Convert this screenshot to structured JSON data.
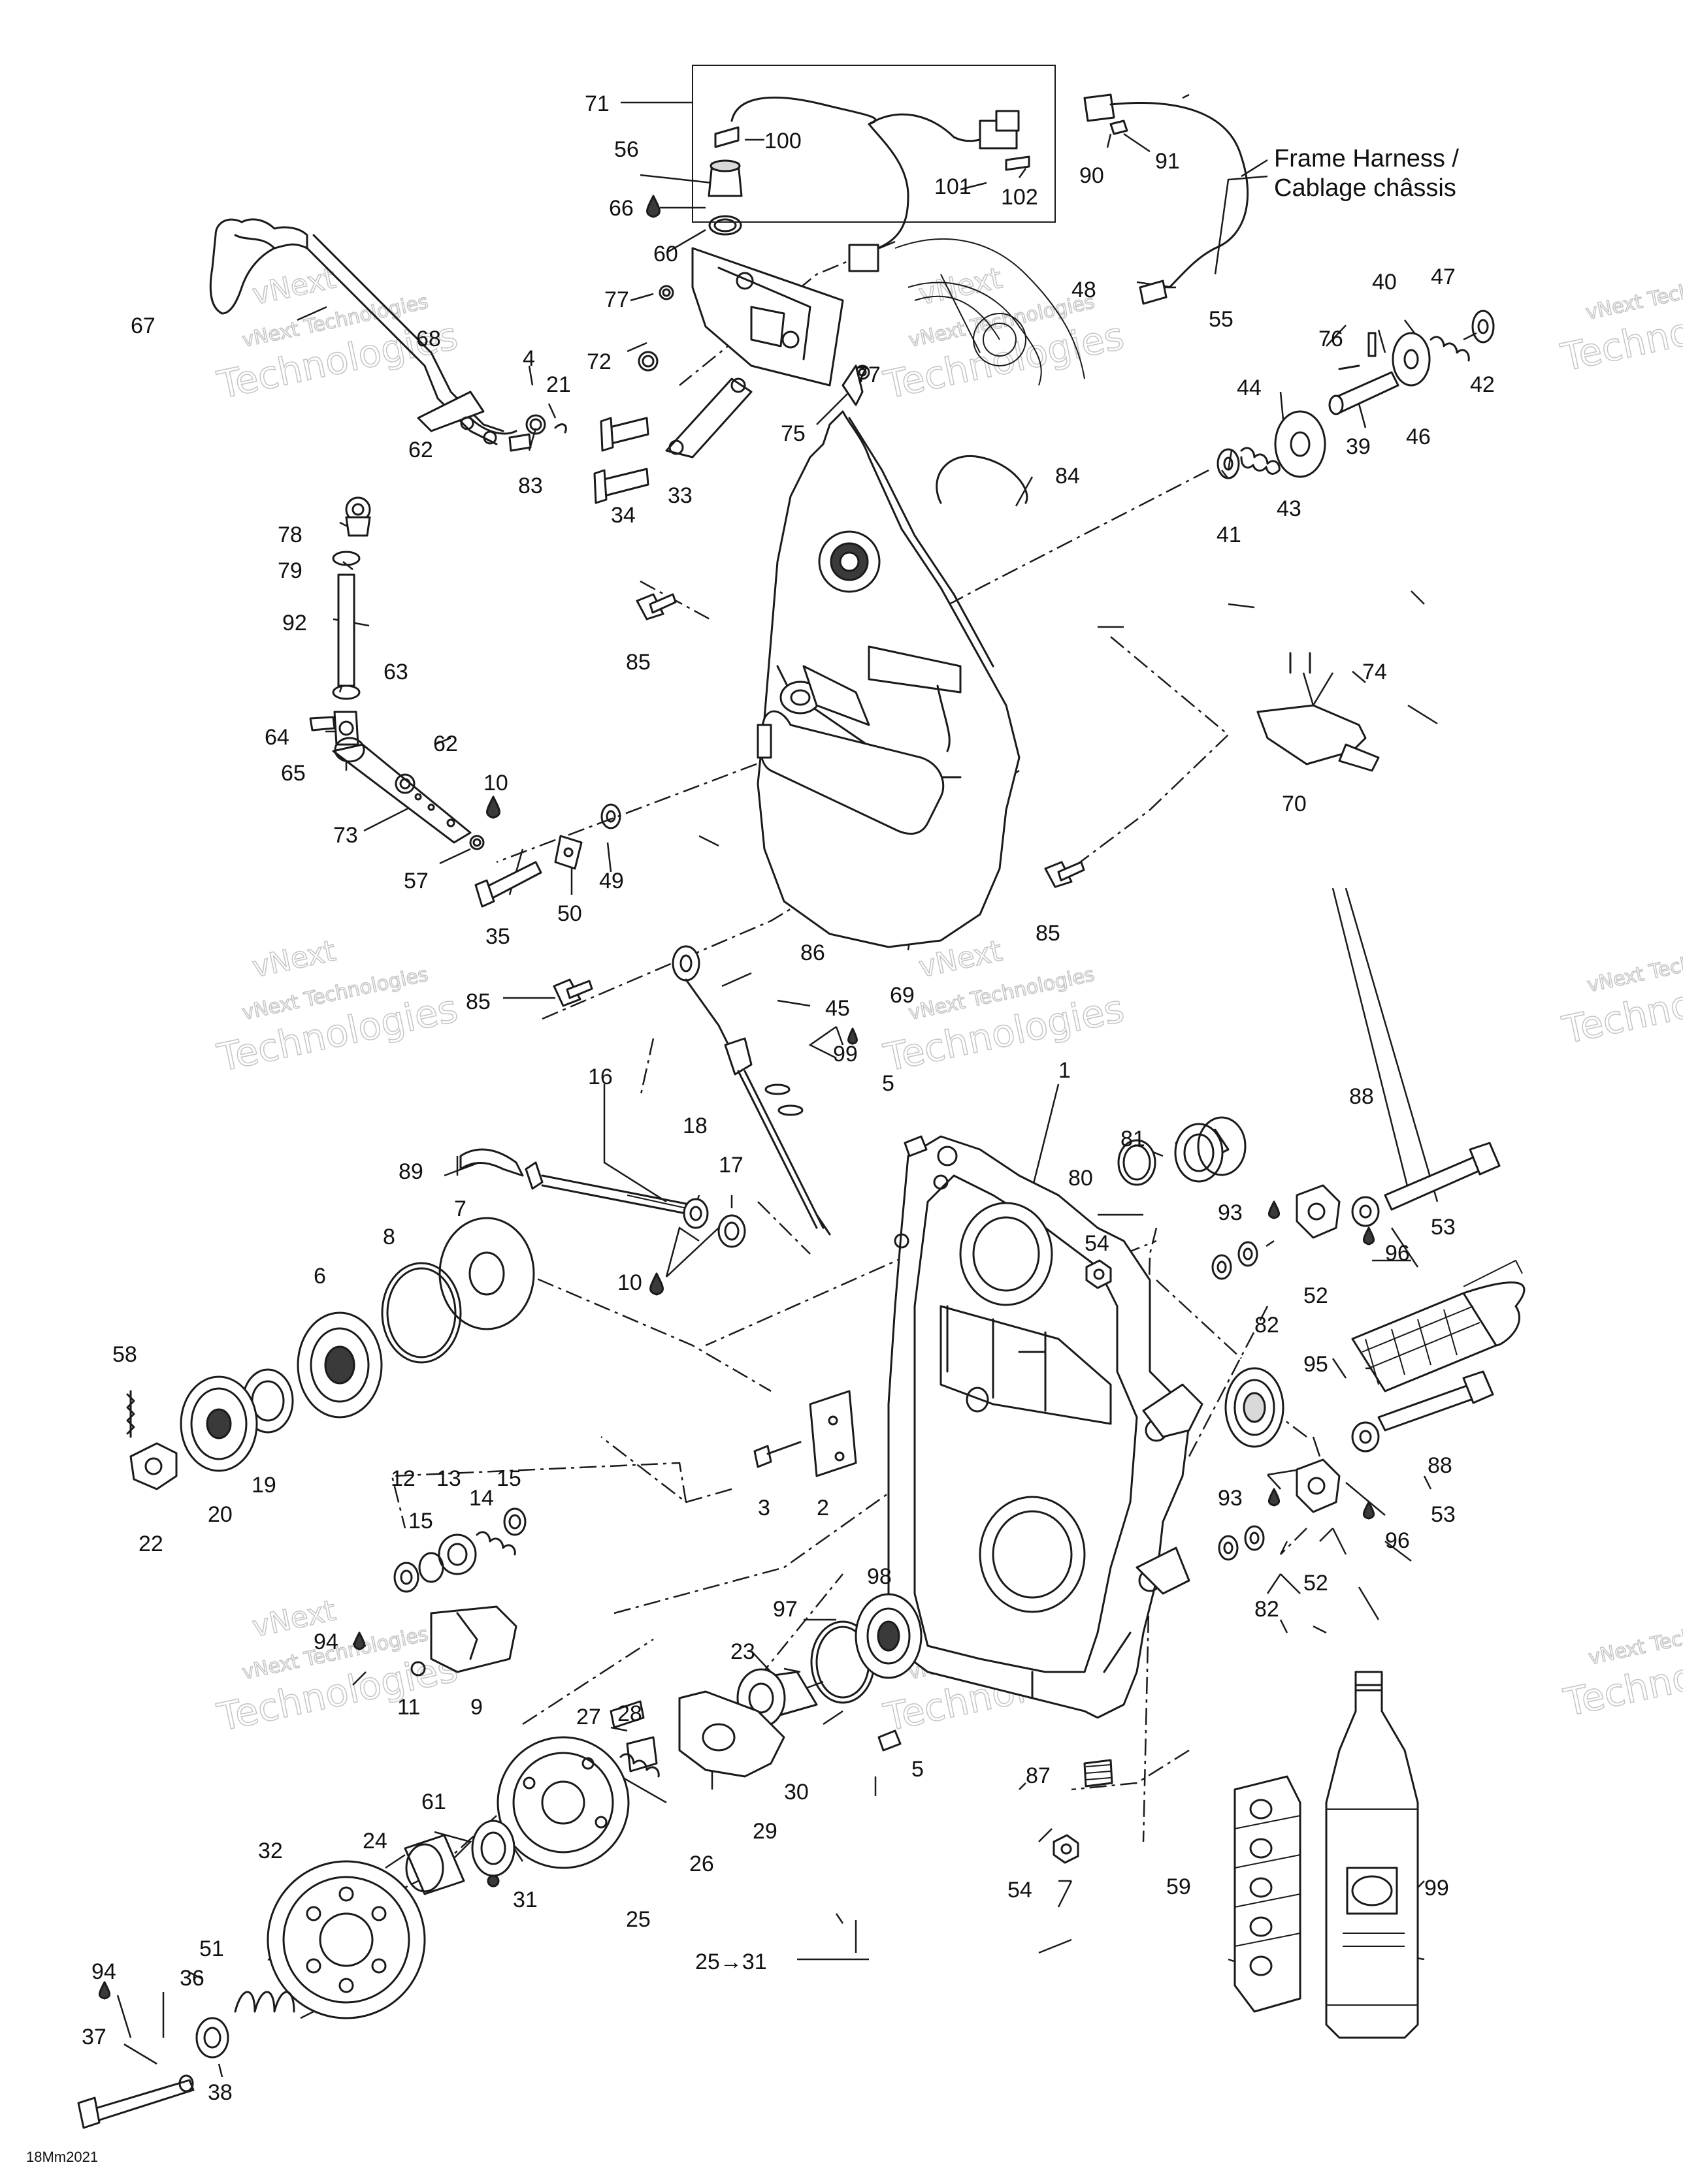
{
  "diagram_code": "18Mm2021",
  "watermark": {
    "line1": "vNext",
    "line2": "vNext Technologies",
    "line3": "Technologies"
  },
  "harness_label": {
    "line1": "Frame Harness /",
    "line2": "Cablage châssis"
  },
  "callouts": {
    "c1": "1",
    "c2": "2",
    "c3": "3",
    "c4": "4",
    "c5a": "5",
    "c5b": "5",
    "c6": "6",
    "c7": "7",
    "c8": "8",
    "c9": "9",
    "c10a": "10",
    "c10b": "10",
    "c11": "11",
    "c12": "12",
    "c13": "13",
    "c14": "14",
    "c15a": "15",
    "c15b": "15",
    "c16": "16",
    "c17": "17",
    "c18": "18",
    "c19": "19",
    "c20": "20",
    "c21": "21",
    "c22": "22",
    "c23": "23",
    "c24": "24",
    "c25": "25",
    "c25to31": "25→31",
    "c26": "26",
    "c27": "27",
    "c28": "28",
    "c29": "29",
    "c30": "30",
    "c31": "31",
    "c32": "32",
    "c33": "33",
    "c34": "34",
    "c35": "35",
    "c36": "36",
    "c37": "37",
    "c38": "38",
    "c39": "39",
    "c40": "40",
    "c41": "41",
    "c42": "42",
    "c43": "43",
    "c44": "44",
    "c45": "45",
    "c46": "46",
    "c47": "47",
    "c48": "48",
    "c49": "49",
    "c50": "50",
    "c51": "51",
    "c52a": "52",
    "c52b": "52",
    "c53a": "53",
    "c53b": "53",
    "c54a": "54",
    "c54b": "54",
    "c55": "55",
    "c56": "56",
    "c57": "57",
    "c58": "58",
    "c59": "59",
    "c60": "60",
    "c61": "61",
    "c62a": "62",
    "c62b": "62",
    "c63": "63",
    "c64": "64",
    "c65": "65",
    "c66": "66",
    "c67": "67",
    "c68": "68",
    "c69": "69",
    "c70": "70",
    "c71": "71",
    "c72": "72",
    "c73": "73",
    "c74": "74",
    "c75": "75",
    "c76": "76",
    "c77a": "77",
    "c77b": "77",
    "c78": "78",
    "c79": "79",
    "c80": "80",
    "c81": "81",
    "c82a": "82",
    "c82b": "82",
    "c83": "83",
    "c84": "84",
    "c85a": "85",
    "c85b": "85",
    "c85c": "85",
    "c86": "86",
    "c87": "87",
    "c88a": "88",
    "c88b": "88",
    "c89": "89",
    "c90": "90",
    "c91": "91",
    "c92": "92",
    "c93a": "93",
    "c93b": "93",
    "c94a": "94",
    "c94b": "94",
    "c95": "95",
    "c96a": "96",
    "c96b": "96",
    "c97": "97",
    "c98": "98",
    "c99a": "99",
    "c99b": "99",
    "c100": "100",
    "c101": "101",
    "c102": "102"
  }
}
